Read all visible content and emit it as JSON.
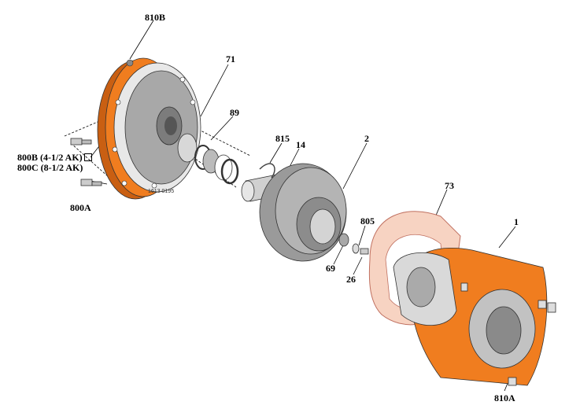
{
  "labels": {
    "l810b": "810B",
    "l71": "71",
    "l89": "89",
    "l815": "815",
    "l14": "14",
    "l2": "2",
    "l73": "73",
    "l1": "1",
    "l805": "805",
    "l69": "69",
    "l26": "26",
    "l800b": "800B (4-1/2 AK)",
    "l800c": "800C (8-1/2 AK)",
    "l800a": "800A",
    "l810a": "810A",
    "partno": "1613 0195"
  },
  "colors": {
    "orange": "#f07d1f",
    "orange_dark": "#c95f12",
    "gray": "#9c9c9c",
    "gray_dark": "#6a6a6a",
    "gray_light": "#cfcfcf",
    "gasket": "#f7d3c2"
  }
}
